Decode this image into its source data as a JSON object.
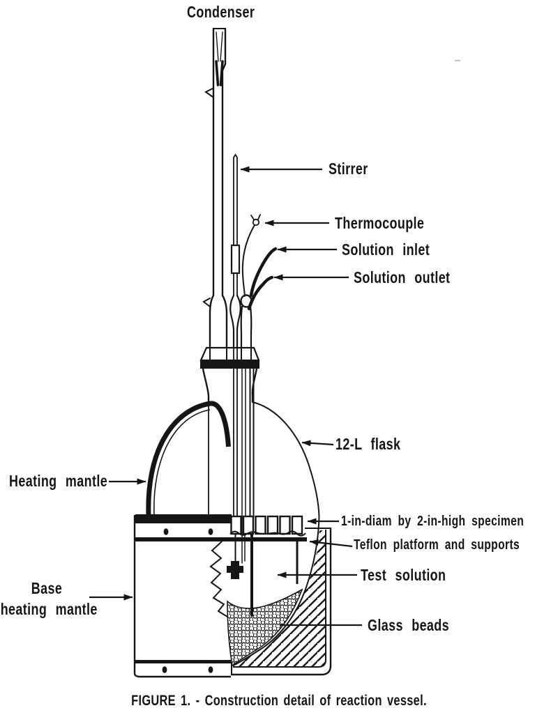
{
  "figure": {
    "caption": "FIGURE 1. - Construction detail of reaction vessel."
  },
  "labels": {
    "condenser": "Condenser",
    "stirrer": "Stirrer",
    "thermocouple": "Thermocouple",
    "solution_inlet": "Solution inlet",
    "solution_outlet": "Solution outlet",
    "flask": "12-L flask",
    "heating_mantle": "Heating mantle",
    "specimen": "1-in-diam by 2-in-high specimen",
    "teflon_platform": "Teflon platform and supports",
    "test_solution": "Test solution",
    "glass_beads": "Glass beads",
    "base_heating_mantle": {
      "line1": "Base",
      "line2": "heating mantle"
    }
  },
  "colors": {
    "ink": "#151515",
    "background": "#ffffff"
  }
}
